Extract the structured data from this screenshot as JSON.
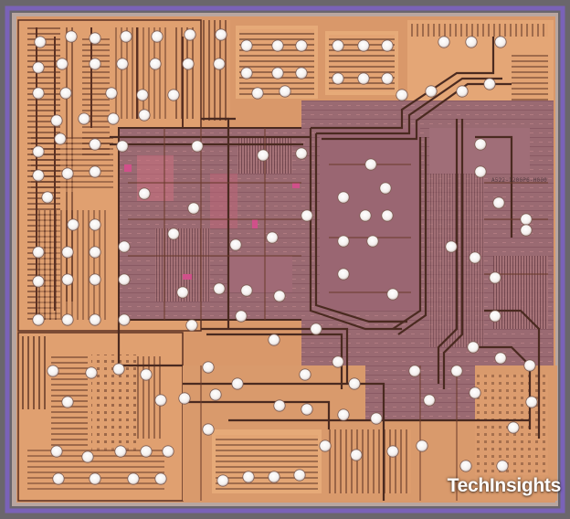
{
  "image": {
    "subject": "die-photograph",
    "watermark_text": "TechInsights",
    "die_marking": "A522-1200P6-H000"
  },
  "palette": {
    "background": "#6a666c",
    "seal_ring": "#7a62b8",
    "die_edge": "#b8a6a0",
    "copper": "#e0a070",
    "copper_light": "#eeb888",
    "copper_dark": "#c07850",
    "logic": "#9a6a72",
    "logic_dark": "#7e5660",
    "trace": "#4a2a20",
    "bump": "#ffffff",
    "magenta": "#d0508a"
  }
}
